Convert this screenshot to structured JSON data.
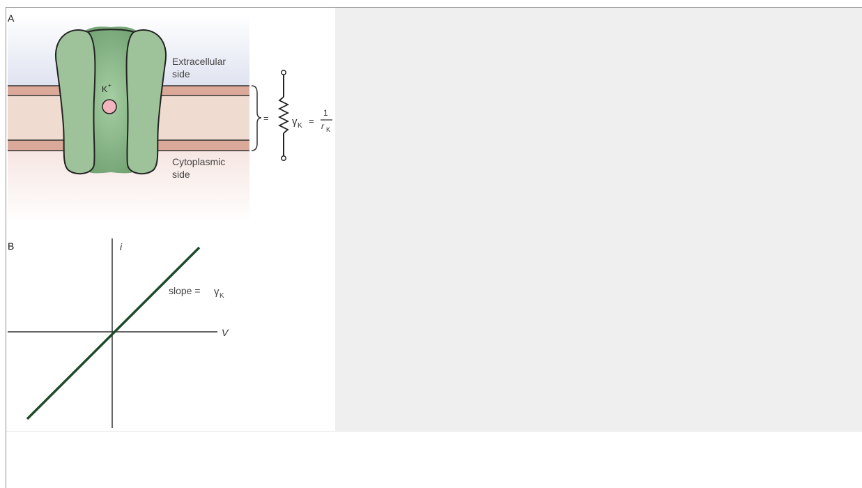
{
  "figure": {
    "panel_a": {
      "label": "A",
      "ion_label": "K",
      "ion_superscript": "+",
      "extracellular_line1": "Extracellular",
      "extracellular_line2": "side",
      "cytoplasmic_line1": "Cytoplasmic",
      "cytoplasmic_line2": "side",
      "equals_sign": "=",
      "gamma_symbol": "γ",
      "gamma_subscript": "K",
      "formula_equals": "=",
      "fraction_numerator": "1",
      "fraction_denominator_r": "r",
      "fraction_denominator_sub": "K",
      "colors": {
        "channel": "#9ec39a",
        "pore": "#6fa070",
        "membrane_band": "#dba99a",
        "membrane_core": "#efdbd0",
        "extracellular_tint": "#dfe3f0",
        "ion": "#f3b5bd"
      }
    },
    "panel_b": {
      "label": "B",
      "y_axis_label": "i",
      "x_axis_label": "V",
      "slope_text": "slope = ",
      "slope_gamma": "γ",
      "slope_subscript": "K",
      "line_color": "#1f4a2a"
    }
  }
}
